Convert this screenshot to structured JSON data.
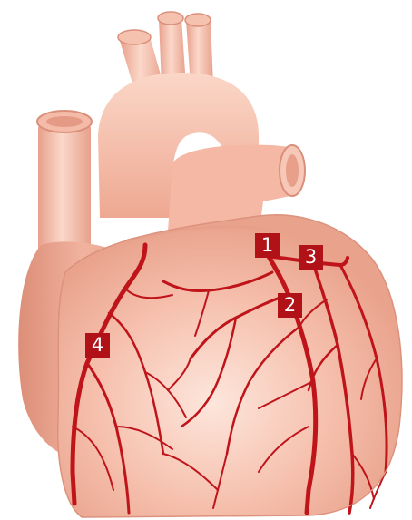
{
  "markers": [
    {
      "label": "1"
    },
    {
      "label": "2"
    },
    {
      "label": "3"
    },
    {
      "label": "4"
    }
  ],
  "colors": {
    "marker_fill": "#b01218",
    "artery": "#c0141b",
    "heart_base": "#f4b9a6",
    "heart_highlight": "#fbe0d5",
    "heart_shadow": "#e59a85",
    "vessel": "#f2b19d"
  }
}
